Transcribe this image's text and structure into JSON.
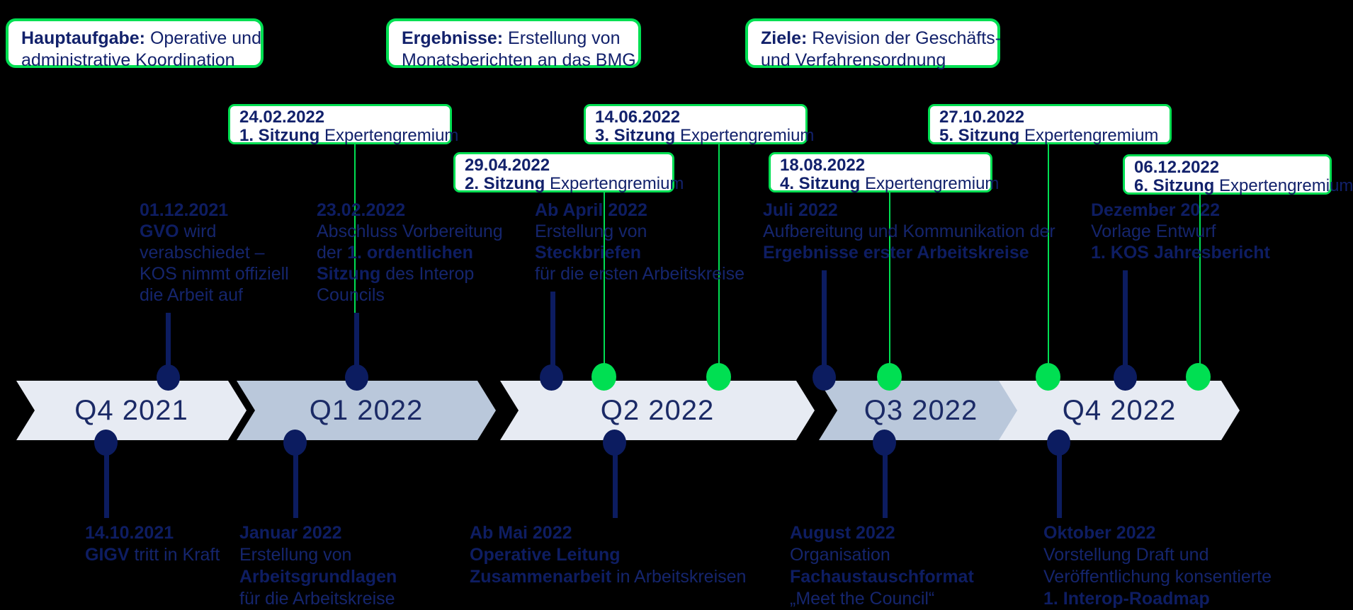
{
  "colors": {
    "background": "#000000",
    "navy": "#0c1c60",
    "green": "#00df52",
    "band_light": "#e7ebf3",
    "band_medium": "#bac8db",
    "text_navy": "#15256d",
    "box_background": "#ffffff"
  },
  "header_boxes": [
    {
      "lines": [
        {
          "bold": "Hauptaufgabe:",
          "post": " Operative und"
        },
        {
          "pre": "administrative Koordination"
        }
      ]
    },
    {
      "lines": [
        {
          "bold": "Ergebnisse:",
          "post": " Erstellung von"
        },
        {
          "pre": "Monatsberichten an das BMG"
        }
      ]
    },
    {
      "lines": [
        {
          "bold": "Ziele:",
          "post": " Revision der Geschäfts-"
        },
        {
          "pre": "und Verfahrensordnung"
        }
      ]
    }
  ],
  "session_boxes": [
    {
      "date": "24.02.2022",
      "session": "1. Sitzung",
      "rest": " Expertengremium"
    },
    {
      "date": "29.04.2022",
      "session": "2. Sitzung",
      "rest": " Expertengremium"
    },
    {
      "date": "14.06.2022",
      "session": "3. Sitzung",
      "rest": " Expertengremium"
    },
    {
      "date": "18.08.2022",
      "session": "4. Sitzung",
      "rest": " Expertengremium"
    },
    {
      "date": "27.10.2022",
      "session": "5. Sitzung",
      "rest": " Expertengremium"
    },
    {
      "date": "06.12.2022",
      "session": "6. Sitzung",
      "rest": " Expertengremium"
    }
  ],
  "quarters": [
    {
      "label": "Q4 2021",
      "tone": "light"
    },
    {
      "label": "Q1 2022",
      "tone": "medium"
    },
    {
      "label": "Q2 2022",
      "tone": "light"
    },
    {
      "label": "Q3 2022",
      "tone": "medium"
    },
    {
      "label": "Q4 2022",
      "tone": "light"
    }
  ],
  "dots": {
    "top": [
      "navy",
      "navy",
      "navy",
      "green",
      "green",
      "navy",
      "green",
      "green",
      "navy",
      "green"
    ],
    "bottom": [
      "navy",
      "navy",
      "navy",
      "navy",
      "navy"
    ]
  },
  "milestones_top": [
    {
      "lines": [
        {
          "bold": "01.12.2021"
        },
        {
          "bold": "GVO",
          "post": " wird"
        },
        {
          "pre": "verabschiedet –"
        },
        {
          "pre": "KOS nimmt offiziell"
        },
        {
          "pre": "die Arbeit auf"
        }
      ]
    },
    {
      "lines": [
        {
          "bold": "23.02.2022"
        },
        {
          "pre": "Abschluss Vorbereitung"
        },
        {
          "pre": "der ",
          "bold": "1. ordentlichen"
        },
        {
          "bold": "Sitzung",
          "post": " des Interop"
        },
        {
          "pre": "Councils"
        }
      ]
    },
    {
      "lines": [
        {
          "bold": "Ab April 2022"
        },
        {
          "pre": "Erstellung von"
        },
        {
          "bold": "Steckbriefen"
        },
        {
          "pre": "für die ersten Arbeitskreise"
        }
      ]
    },
    {
      "lines": [
        {
          "bold": "Juli 2022"
        },
        {
          "pre": "Aufbereitung und Kommunikation der"
        },
        {
          "bold": "Ergebnisse erster Arbeitskreise"
        }
      ]
    },
    {
      "lines": [
        {
          "bold": "Dezember 2022"
        },
        {
          "pre": "Vorlage Entwurf"
        },
        {
          "bold": "1. KOS Jahresbericht"
        }
      ]
    }
  ],
  "milestones_bottom": [
    {
      "lines": [
        {
          "bold": "14.10.2021"
        },
        {
          "bold": "GIGV",
          "post": " tritt in Kraft"
        }
      ]
    },
    {
      "lines": [
        {
          "bold": "Januar 2022"
        },
        {
          "pre": "Erstellung von"
        },
        {
          "bold": "Arbeitsgrundlagen"
        },
        {
          "pre": "für die Arbeitskreise"
        }
      ]
    },
    {
      "lines": [
        {
          "bold": "Ab Mai 2022"
        },
        {
          "bold": "Operative Leitung"
        },
        {
          "bold": "Zusammenarbeit",
          "post": " in Arbeitskreisen"
        }
      ]
    },
    {
      "lines": [
        {
          "bold": "August 2022"
        },
        {
          "pre": "Organisation"
        },
        {
          "bold": "Fachaustauschformat"
        },
        {
          "pre": "„Meet the Council“"
        }
      ]
    },
    {
      "lines": [
        {
          "bold": "Oktober 2022"
        },
        {
          "pre": "Vorstellung Draft und"
        },
        {
          "pre": "Veröffentlichung konsentierte"
        },
        {
          "bold": "1. Interop-Roadmap"
        }
      ]
    }
  ]
}
